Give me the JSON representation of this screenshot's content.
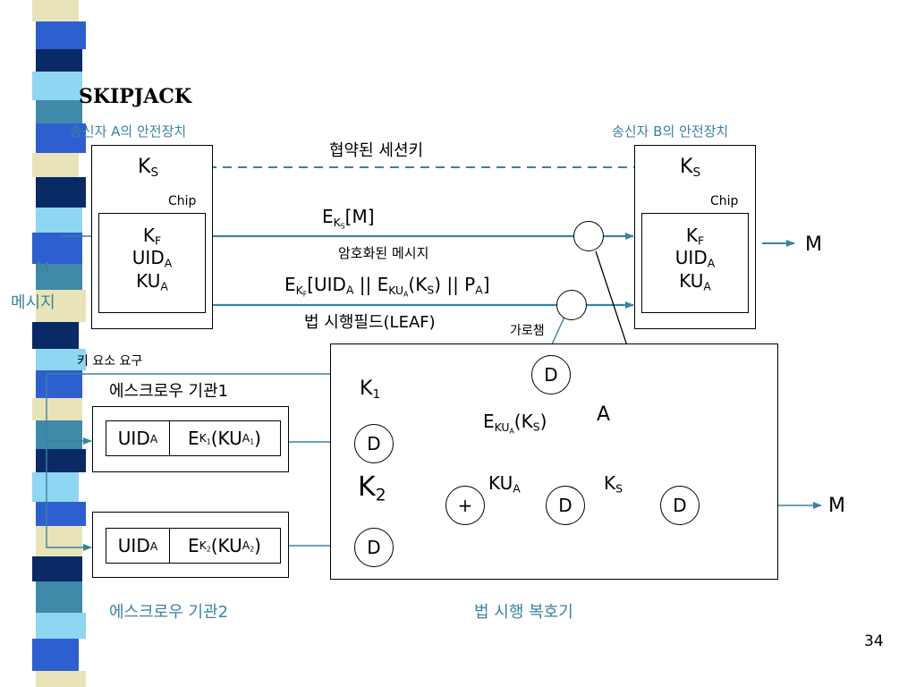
{
  "slide": {
    "title": "SKIPJACK",
    "page_number": "34"
  },
  "sender_a": {
    "caption": "송신자 A의 안전장치",
    "key": "K",
    "key_sub": "S",
    "chip_label": "Chip",
    "chip_rows": [
      {
        "main": "K",
        "sub": "F"
      },
      {
        "main": "UID",
        "sub": "A"
      },
      {
        "main": "KU",
        "sub": "A"
      }
    ]
  },
  "sender_b": {
    "caption": "송신자 B의 안전장치",
    "key": "K",
    "key_sub": "S",
    "chip_label": "Chip",
    "chip_rows": [
      {
        "main": "K",
        "sub": "F"
      },
      {
        "main": "UID",
        "sub": "A"
      },
      {
        "main": "KU",
        "sub": "A"
      }
    ],
    "output": "M"
  },
  "channel": {
    "session_key_label": "협약된 세션키",
    "message_label": "E",
    "message_label_rest": "[M]",
    "message_caption": "암호화된 메시지",
    "leaf_label": "E",
    "leaf_caption": "법 시행필드(LEAF)",
    "intercept_label": "가로챔"
  },
  "left_side": {
    "input_m": "M",
    "input_caption": "메시지",
    "request_label": "키 요소 요구"
  },
  "escrow1": {
    "title": "에스크로우 기관1",
    "uid": "UID",
    "uid_sub": "A",
    "enc": "E"
  },
  "escrow2": {
    "title": "에스크로우 기관2",
    "uid": "UID",
    "uid_sub": "A",
    "enc": "E"
  },
  "decryptor": {
    "caption": "법 시행 복호기",
    "k1": "K",
    "k1_sub": "1",
    "k2": "K",
    "k2_sub": "2",
    "node_d": "D",
    "node_plus": "+",
    "output_a": "A",
    "enc_label": "E",
    "ku_label": "KU",
    "ku_sub": "A",
    "ks_label": "K",
    "ks_sub": "S",
    "output_m": "M"
  },
  "colors": {
    "accent": "#3a82a3",
    "stripe_blue": "#2e5fd0",
    "stripe_navy": "#0a2a66",
    "stripe_cream": "#e8e4b8",
    "stripe_light": "#8fd6f2",
    "stripe_teal": "#3f8aa8"
  }
}
